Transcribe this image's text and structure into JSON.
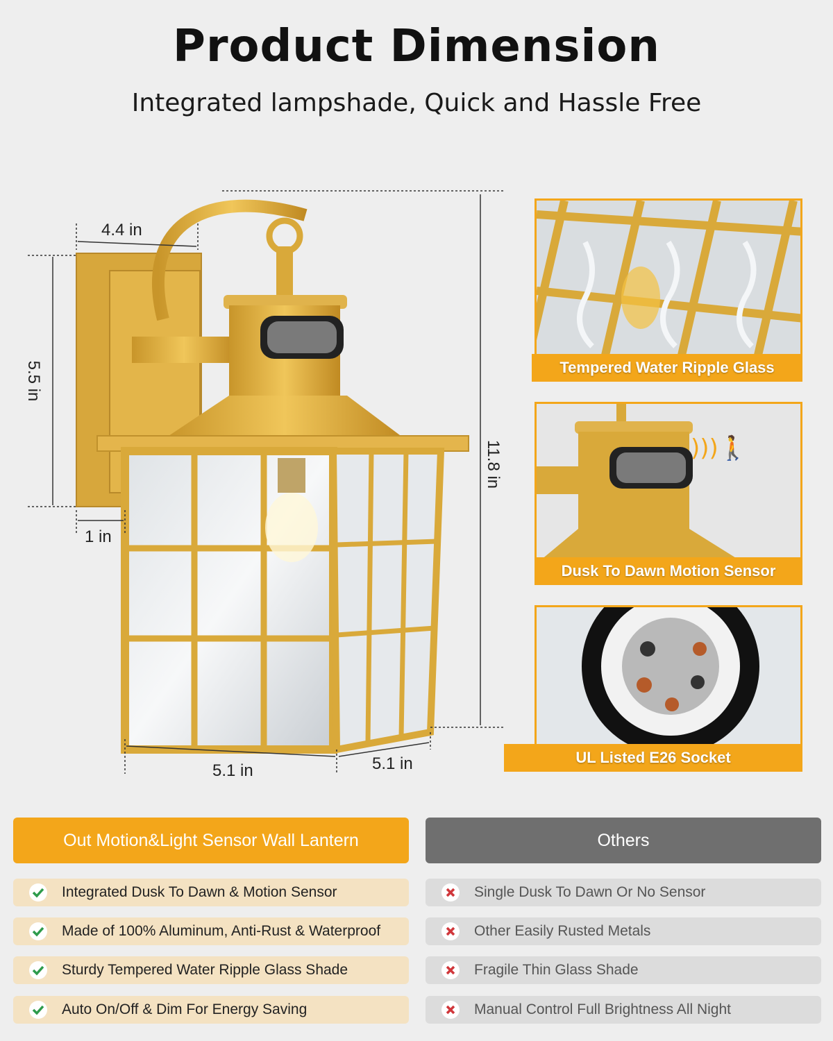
{
  "title": "Product Dimension",
  "subtitle": "Integrated lampshade, Quick and Hassle Free",
  "dimensions": {
    "arm_width": "4.4 in",
    "backplate_height": "5.5 in",
    "backplate_depth": "1 in",
    "total_height": "11.8 in",
    "front_width": "5.1 in",
    "side_depth": "5.1 in"
  },
  "features": [
    {
      "label": "Tempered Water Ripple Glass"
    },
    {
      "label": "Dusk To Dawn Motion Sensor"
    },
    {
      "label": "UL Listed E26 Socket"
    }
  ],
  "comparison": {
    "ours_header": "Out Motion&Light Sensor Wall Lantern",
    "others_header": "Others",
    "ours": [
      "Integrated Dusk To Dawn & Motion Sensor",
      "Made of 100% Aluminum, Anti-Rust & Waterproof",
      "Sturdy Tempered Water Ripple Glass Shade",
      "Auto On/Off & Dim For Energy Saving"
    ],
    "others": [
      "Single Dusk To Dawn Or No Sensor",
      "Other Easily Rusted Metals",
      "Fragile Thin Glass Shade",
      "Manual Control Full Brightness All Night"
    ]
  },
  "colors": {
    "accent": "#f3a61a",
    "gold": "#d9a93a",
    "others_header": "#6f6f6f",
    "check": "#2e9b4b",
    "cross": "#d0363a"
  },
  "icons": {
    "check": "check-icon",
    "cross": "cross-icon",
    "motion": "walking-person-icon"
  }
}
